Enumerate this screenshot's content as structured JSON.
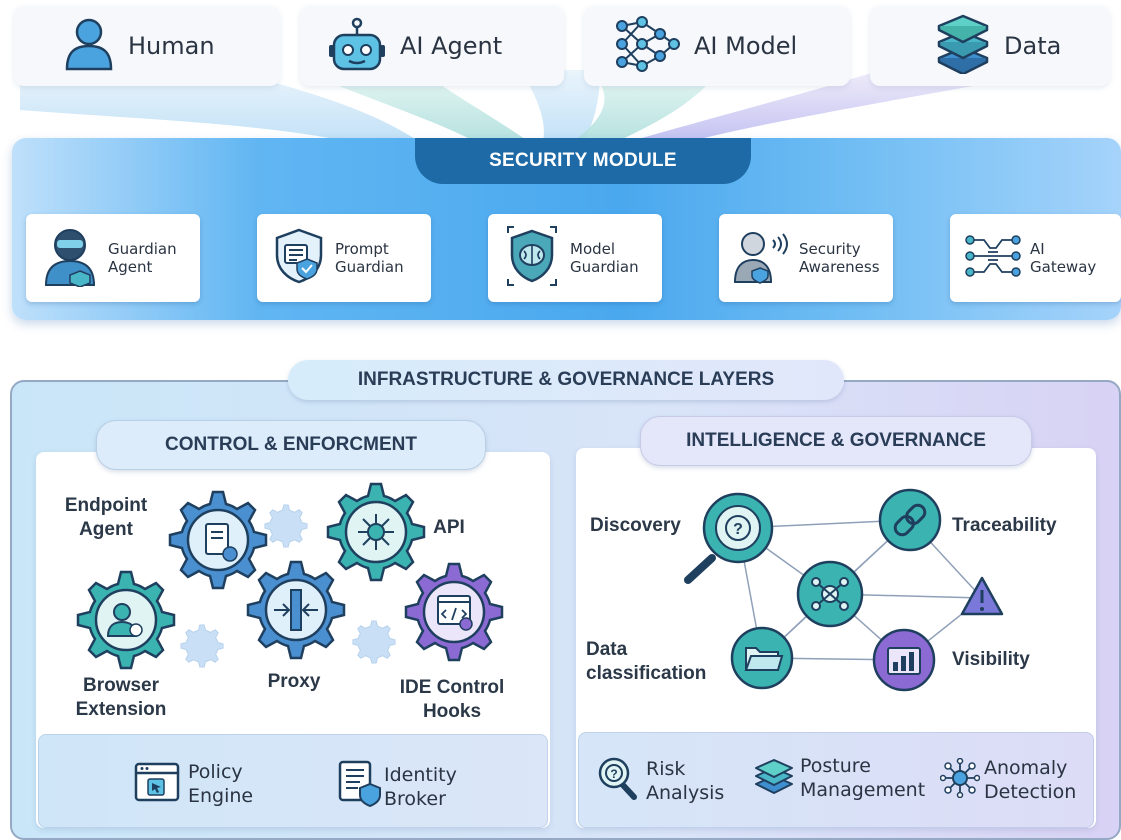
{
  "actors": [
    {
      "label": "Human",
      "icon": "person-icon"
    },
    {
      "label": "AI Agent",
      "icon": "robot-icon"
    },
    {
      "label": "AI Model",
      "icon": "neural-network-icon"
    },
    {
      "label": "Data",
      "icon": "database-stack-icon"
    }
  ],
  "security_module": {
    "title": "SECURITY MODULE",
    "items": [
      {
        "label": "Guardian\nAgent",
        "icon": "ninja-agent-icon"
      },
      {
        "label": "Prompt\nGuardian",
        "icon": "prompt-shield-icon"
      },
      {
        "label": "Model\nGuardian",
        "icon": "brain-shield-icon"
      },
      {
        "label": "Security\nAwareness",
        "icon": "person-broadcast-icon"
      },
      {
        "label": "AI\nGateway",
        "icon": "gateway-circuit-icon"
      }
    ]
  },
  "infrastructure": {
    "title": "INFRASTRUCTURE & GOVERNANCE LAYERS",
    "control": {
      "title": "CONTROL & ENFORCMENT",
      "gears": [
        {
          "label": "Endpoint\nAgent",
          "icon": "document-check-icon"
        },
        {
          "label": "API",
          "icon": "hub-icon"
        },
        {
          "label": "Browser\nExtension",
          "icon": "user-lock-icon"
        },
        {
          "label": "Proxy",
          "icon": "proxy-arrows-icon"
        },
        {
          "label": "IDE Control\nHooks",
          "icon": "code-window-icon"
        }
      ],
      "bottom": [
        {
          "label": "Policy\nEngine",
          "icon": "browser-cursor-icon"
        },
        {
          "label": "Identity\nBroker",
          "icon": "id-shield-icon"
        }
      ]
    },
    "intelligence": {
      "title": "INTELLIGENCE & GOVERNANCE",
      "nodes": [
        {
          "label": "Discovery",
          "icon": "magnifier-question-icon"
        },
        {
          "label": "Traceability",
          "icon": "link-icon"
        },
        {
          "label": "Data\nclassification",
          "icon": "folder-icon"
        },
        {
          "label": "Visibility",
          "icon": "bar-chart-icon"
        },
        {
          "label": "",
          "icon": "warning-icon"
        },
        {
          "label": "",
          "icon": "hub-icon"
        }
      ],
      "bottom": [
        {
          "label": "Risk\nAnalysis",
          "icon": "risk-magnifier-icon"
        },
        {
          "label": "Posture\nManagement",
          "icon": "layers-icon"
        },
        {
          "label": "Anomaly\nDetection",
          "icon": "anomaly-network-icon"
        }
      ]
    }
  },
  "colors": {
    "module_blue": "#4aa8ee",
    "module_title": "#1d6aa6",
    "teal": "#3bb3b0",
    "gear_blue": "#4a8fd0",
    "purple": "#8c6ad4"
  }
}
